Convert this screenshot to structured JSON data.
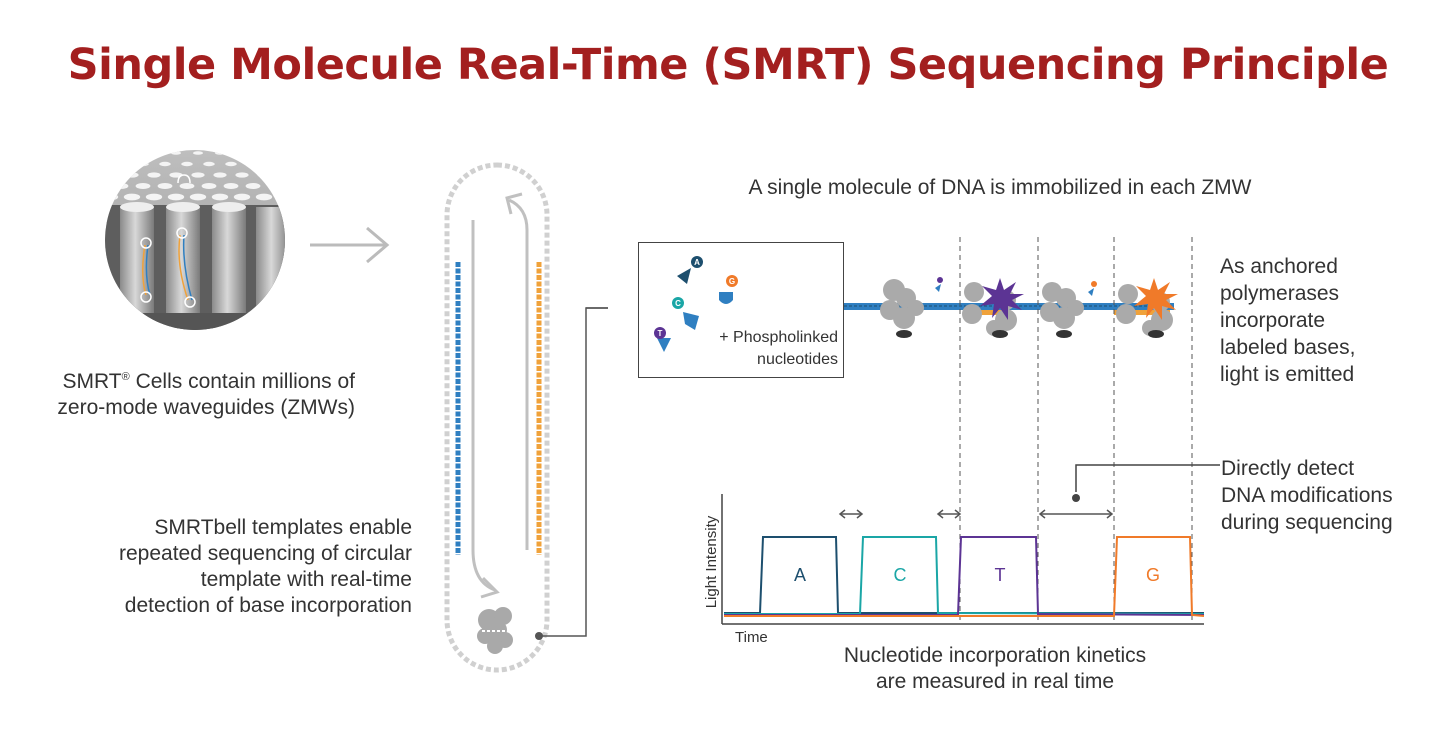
{
  "title": "Single Molecule Real-Time (SMRT) Sequencing Principle",
  "colors": {
    "title": "#a31f1f",
    "text": "#333333",
    "strand_blue": "#2f7fc1",
    "strand_orange": "#f0a23a",
    "base_A": "#1d4f6e",
    "base_C": "#1aa6a6",
    "base_T": "#5c3494",
    "base_G": "#f07a29"
  },
  "smrt_cell": {
    "caption_lines": [
      "SMRT",
      "Cells contain millions of",
      "zero-mode waveguides (ZMWs)"
    ],
    "registered_mark": "®"
  },
  "smrtbell": {
    "caption_lines": [
      "SMRTbell templates enable",
      "repeated sequencing of circular",
      "template with real-time",
      "detection of base incorporation"
    ]
  },
  "zmw": {
    "header": "A single molecule of DNA is immobilized in each ZMW",
    "nucleotide_box_lines": [
      "+ Phospholinked",
      "nucleotides"
    ],
    "nucleotide_letters": [
      "A",
      "G",
      "C",
      "T"
    ],
    "anchored_lines": [
      "As anchored",
      "polymerases",
      "incorporate",
      "labeled bases,",
      "light is emitted"
    ]
  },
  "detect": {
    "lines": [
      "Directly detect",
      "DNA modifications",
      "during sequencing"
    ]
  },
  "trace": {
    "ylabel": "Light Intensity",
    "xlabel": "Time",
    "bases": [
      "A",
      "C",
      "T",
      "G"
    ],
    "caption_lines": [
      "Nucleotide incorporation kinetics",
      "are measured in real time"
    ]
  }
}
